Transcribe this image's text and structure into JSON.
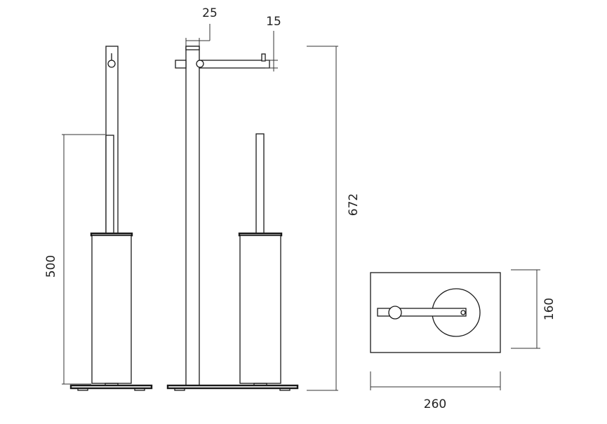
{
  "diagram": {
    "dimensions": {
      "pole_width": "25",
      "hook_width": "15",
      "brush_height": "500",
      "total_height": "672",
      "top_depth": "160",
      "top_width": "260"
    },
    "colors": {
      "line": "#1a1a1a",
      "dimension_line": "#333333",
      "background": "#ffffff"
    }
  }
}
